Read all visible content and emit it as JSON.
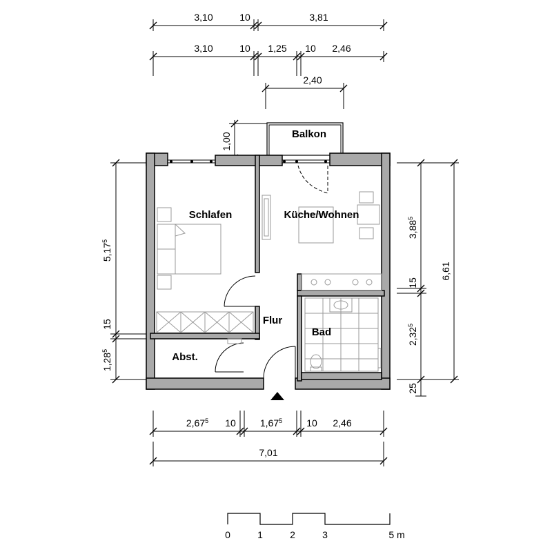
{
  "rooms": {
    "schlafen": "Schlafen",
    "kueche": "Küche/Wohnen",
    "balkon": "Balkon",
    "flur": "Flur",
    "bad": "Bad",
    "abst": "Abst."
  },
  "dims_top_row1": [
    "3,10",
    "10",
    "3,81"
  ],
  "dims_top_row2": [
    "3,10",
    "10",
    "1,25",
    "10",
    "2,46"
  ],
  "dims_top_row3": [
    "2,40"
  ],
  "dim_balkon": "1,00",
  "dims_left": [
    {
      "main": "5,17",
      "sup": "5"
    },
    {
      "main": "15",
      "sup": ""
    },
    {
      "main": "1,28",
      "sup": "5"
    }
  ],
  "dims_right_inner": [
    {
      "main": "3,88",
      "sup": "5"
    },
    {
      "main": "15",
      "sup": ""
    },
    {
      "main": "2,32",
      "sup": "5"
    },
    {
      "main": "25",
      "sup": ""
    }
  ],
  "dim_right_total": "6,61",
  "dims_bottom_row1": [
    {
      "main": "2,67",
      "sup": "5"
    },
    {
      "main": "10",
      "sup": ""
    },
    {
      "main": "1,67",
      "sup": "5"
    },
    {
      "main": "10",
      "sup": ""
    },
    {
      "main": "2,46",
      "sup": ""
    }
  ],
  "dim_bottom_total": "7,01",
  "scale_labels": [
    "0",
    "1",
    "2",
    "3",
    "5 m"
  ],
  "colors": {
    "wall": "#a9a9a9",
    "line": "#000000",
    "furniture": "#999999"
  }
}
